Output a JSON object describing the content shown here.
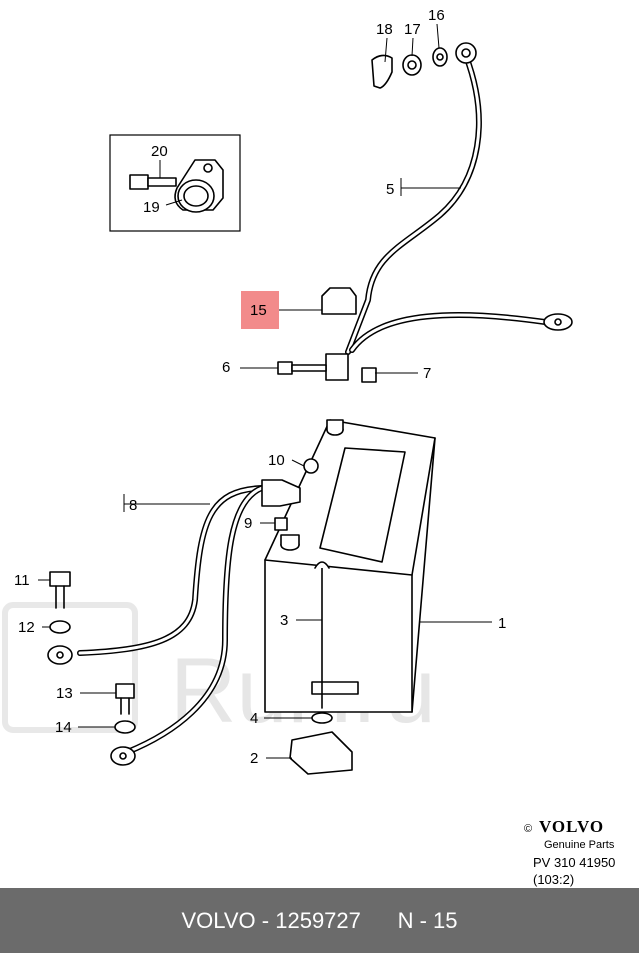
{
  "watermark": "Ruli.ru",
  "callouts": {
    "p1": "1",
    "p2": "2",
    "p3": "3",
    "p4": "4",
    "p5": "5",
    "p6": "6",
    "p7": "7",
    "p8": "8",
    "p9": "9",
    "p10": "10",
    "p11": "11",
    "p12": "12",
    "p13": "13",
    "p14": "14",
    "p15": "15",
    "p16": "16",
    "p17": "17",
    "p18": "18",
    "p19": "19",
    "p20": "20"
  },
  "highlight_color": "#f28b8b",
  "logo": {
    "copyright": "©",
    "brand": "VOLVO",
    "subtitle": "Genuine Parts"
  },
  "drawing_code": "PV 310 41950",
  "drawing_ref": "(103:2)",
  "footer": {
    "brand": "VOLVO",
    "part_number": "1259727",
    "position_label": "N - 15",
    "background": "#6b6b6b"
  }
}
